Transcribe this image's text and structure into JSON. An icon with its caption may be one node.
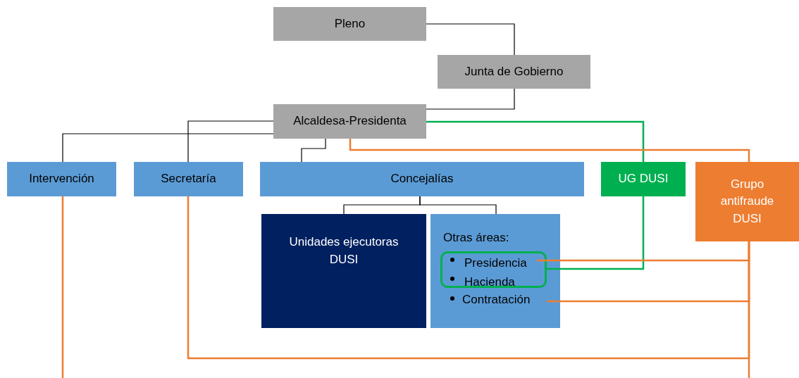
{
  "diagram": {
    "nodes": [
      {
        "text": [
          "Pleno"
        ]
      },
      {
        "text": [
          "Junta de Gobierno"
        ]
      },
      {
        "text": [
          "Alcaldesa-Presidenta"
        ]
      },
      {
        "text": [
          "Intervención"
        ]
      },
      {
        "text": [
          "Secretaría"
        ]
      },
      {
        "text": [
          "Concejalías"
        ]
      },
      {
        "text": [
          "UG DUSI"
        ]
      },
      {
        "text": [
          "Grupo antifraude DUSI"
        ]
      },
      {
        "text": [
          "Unidades ejecutoras DUSI"
        ]
      },
      {
        "text": [
          "Otras áreas:"
        ]
      },
      {
        "text": [],
        "shape": "box",
        "in": 9
      },
      {
        "text": [
          "Presidencia"
        ],
        "in": 10
      },
      {
        "text": [
          "Hacienda"
        ],
        "in": 10
      },
      {
        "text": [
          "Contratación"
        ],
        "in": 9
      }
    ],
    "edges": [
      {
        "from": 0,
        "to": 1,
        "arrow": "none"
      },
      {
        "from": 1,
        "to": 2,
        "arrow": "none"
      },
      {
        "from": 2,
        "to": 3,
        "arrow": "none"
      },
      {
        "from": 2,
        "to": 4,
        "arrow": "none"
      },
      {
        "from": 2,
        "to": 5,
        "arrow": "none"
      },
      {
        "from": 2,
        "to": 6,
        "arrow": "none",
        "color": "#00b050"
      },
      {
        "from": 2,
        "to": 7,
        "arrow": "none",
        "color": "#ed7d31"
      },
      {
        "from": 5,
        "to": 8,
        "arrow": "none"
      },
      {
        "from": 5,
        "to": 9,
        "arrow": "none"
      },
      {
        "from": 6,
        "to": 10,
        "arrow": "none",
        "color": "#00b050"
      },
      {
        "from": 11,
        "to": 7,
        "arrow": "none",
        "color": "#ed7d31"
      },
      {
        "from": 13,
        "to": 7,
        "arrow": "none",
        "color": "#ed7d31"
      },
      {
        "from": 4,
        "to": 7,
        "arrow": "none",
        "color": "#ed7d31"
      },
      {
        "from": 3,
        "to": null,
        "arrow": "none",
        "color": "#ed7d31"
      },
      {
        "from": 7,
        "to": null,
        "arrow": "none",
        "color": "#ed7d31"
      }
    ]
  }
}
